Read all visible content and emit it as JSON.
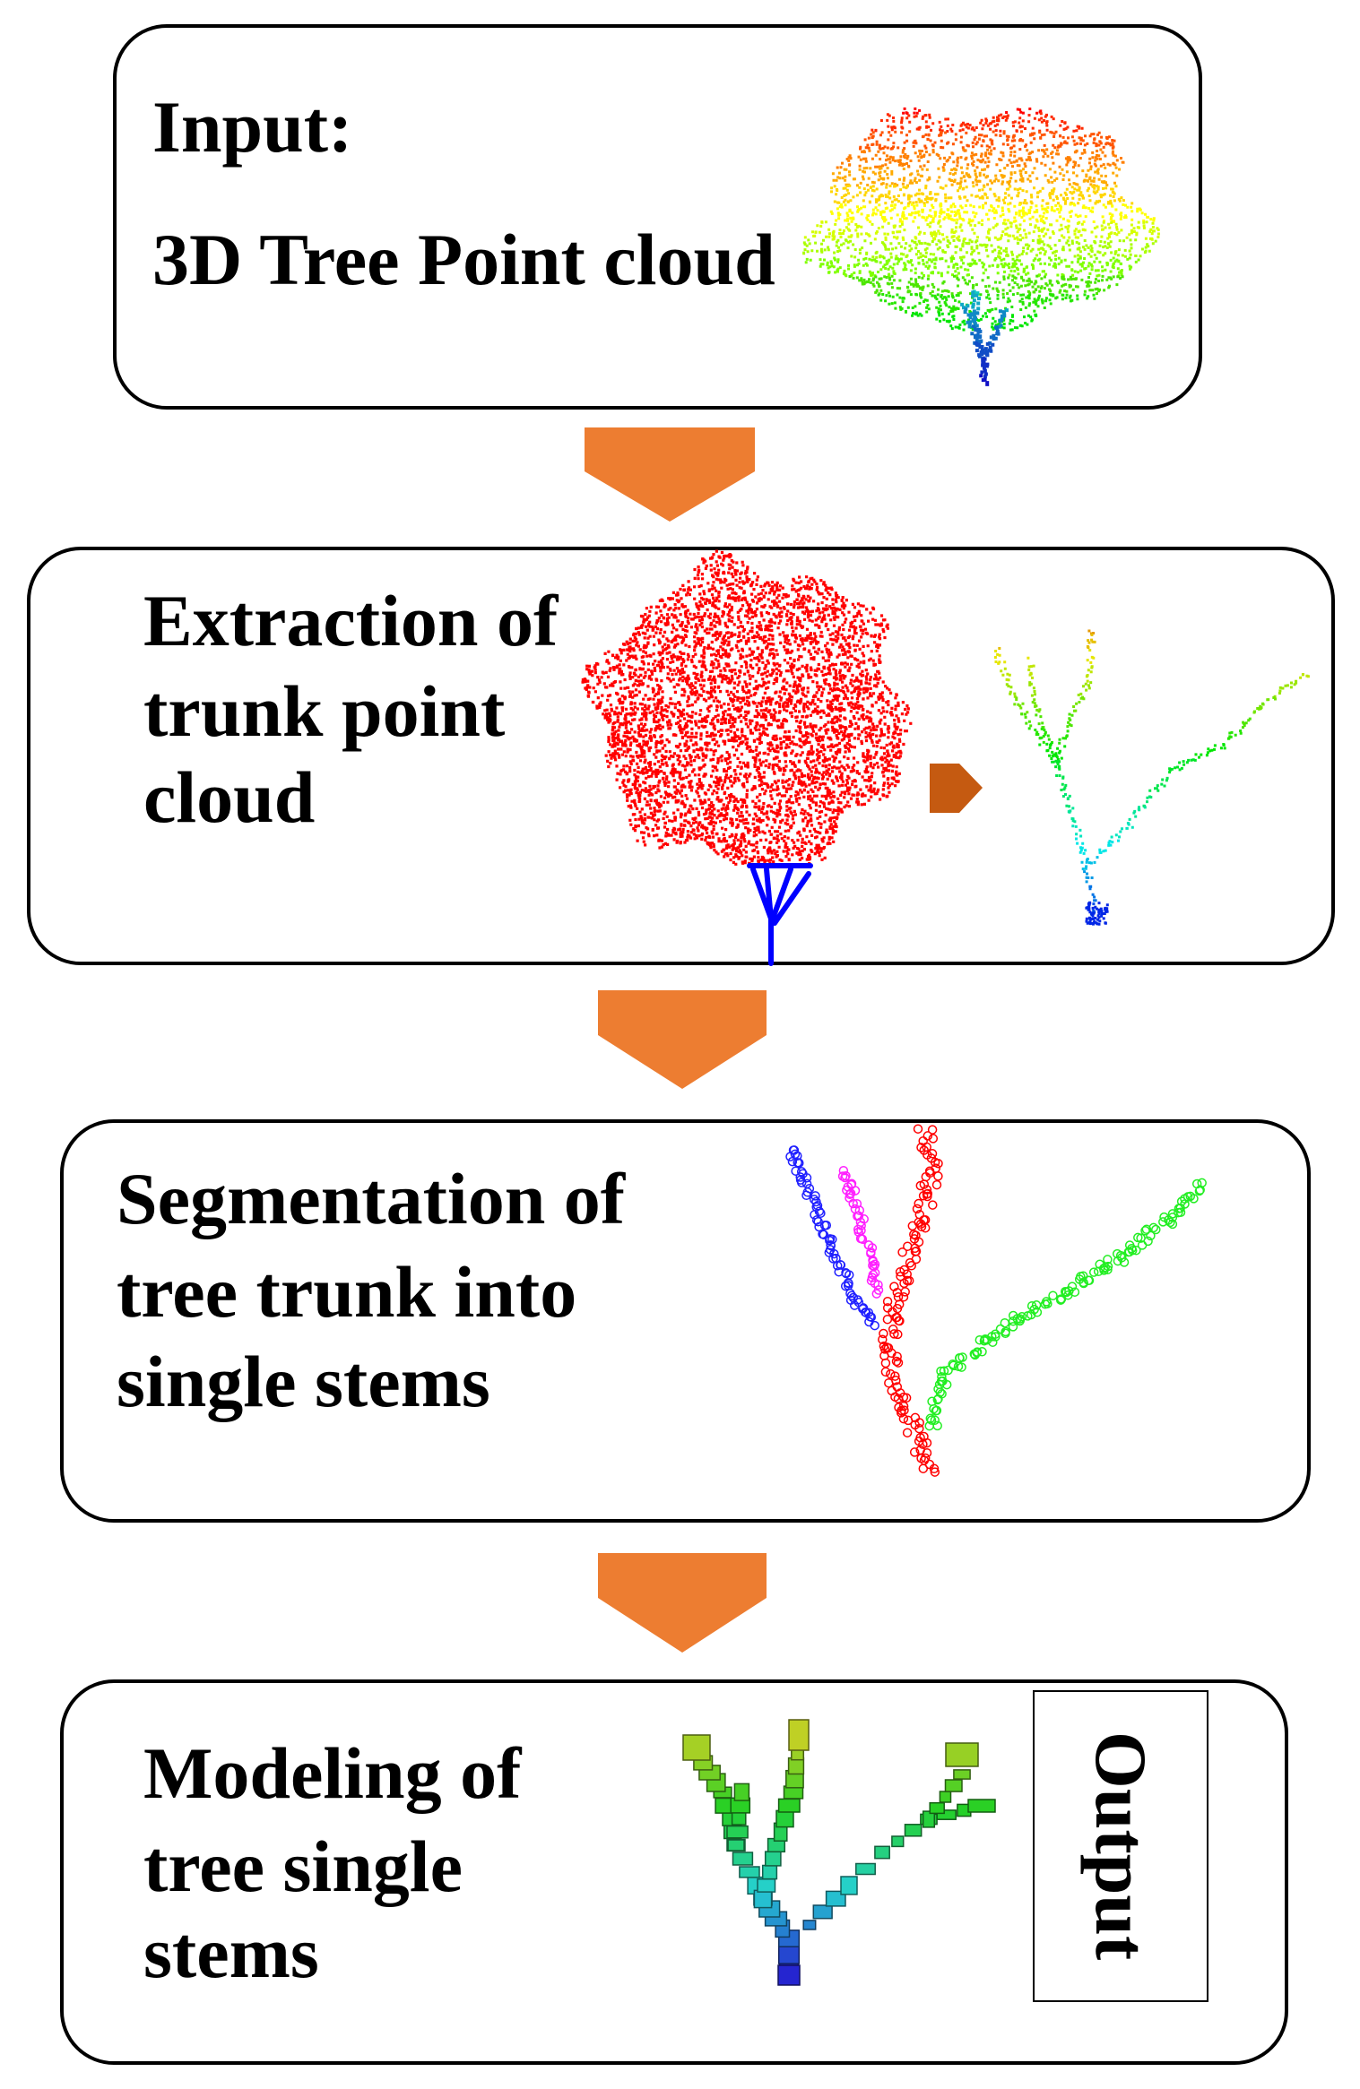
{
  "steps": [
    {
      "lines": [
        "Input:",
        "3D Tree Point cloud"
      ]
    },
    {
      "lines": [
        "Extraction of",
        "trunk point",
        "cloud"
      ]
    },
    {
      "lines": [
        "Segmentation of",
        "tree trunk into",
        "single stems"
      ]
    },
    {
      "lines": [
        "Modeling of",
        "tree single",
        "stems"
      ]
    }
  ],
  "output_label": "Output",
  "colors": {
    "flow_arrow": "#ED7D31",
    "inner_arrow": "#C55A11",
    "border": "#000000"
  }
}
